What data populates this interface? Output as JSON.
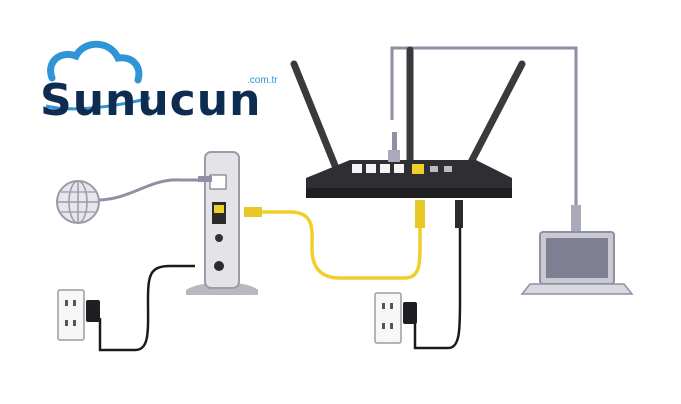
{
  "logo": {
    "word": "Sunucun",
    "tld": ".com.tr",
    "colors": {
      "cloud": "#2f95d6",
      "text": "#0d2c4f"
    }
  },
  "devices": [
    {
      "id": "internet",
      "icon": "globe-icon"
    },
    {
      "id": "modem",
      "icon": "modem-icon"
    },
    {
      "id": "router",
      "icon": "router-icon"
    },
    {
      "id": "laptop",
      "icon": "laptop-icon"
    },
    {
      "id": "modem-outlet",
      "icon": "wall-outlet-icon"
    },
    {
      "id": "router-outlet",
      "icon": "wall-outlet-icon"
    }
  ],
  "cables": [
    {
      "from": "internet",
      "to": "modem",
      "kind": "coax",
      "color": "#8f8fa6"
    },
    {
      "from": "modem",
      "to": "router",
      "kind": "ethernet",
      "color": "#f0cf2a"
    },
    {
      "from": "router",
      "to": "laptop",
      "kind": "ethernet",
      "color": "#8f8fa6"
    },
    {
      "from": "modem-outlet",
      "to": "modem",
      "kind": "power",
      "color": "#1a1a1a"
    },
    {
      "from": "router-outlet",
      "to": "router",
      "kind": "power",
      "color": "#1a1a1a"
    }
  ]
}
